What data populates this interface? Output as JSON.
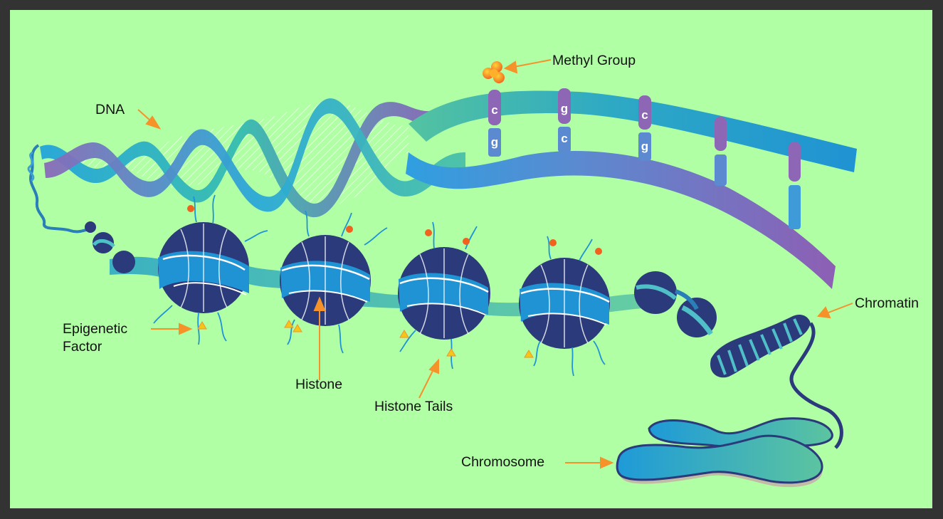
{
  "diagram": {
    "labels": {
      "dna": "DNA",
      "methyl_group": "Methyl Group",
      "chromatin": "Chromatin",
      "epigenetic_factor_line1": "Epigenetic",
      "epigenetic_factor_line2": "Factor",
      "histone": "Histone",
      "histone_tails": "Histone Tails",
      "chromosome": "Chromosome"
    },
    "base_pairs": [
      {
        "top": "c",
        "bottom": "g"
      },
      {
        "top": "g",
        "bottom": "c"
      },
      {
        "top": "c",
        "bottom": "g"
      },
      {
        "top": "",
        "bottom": ""
      },
      {
        "top": "",
        "bottom": ""
      }
    ],
    "colors": {
      "background": "#b1ffa5",
      "frame": "#333333",
      "strand_teal": "#1ea0d2",
      "strand_purple": "#8a6ab8",
      "histone_navy": "#2a3a7a",
      "arrow_orange": "#f5922a",
      "methyl_orange": "#f39a1e"
    },
    "icons": [
      "methyl-group-icon",
      "epigenetic-factor-icon",
      "histone-icon"
    ]
  }
}
